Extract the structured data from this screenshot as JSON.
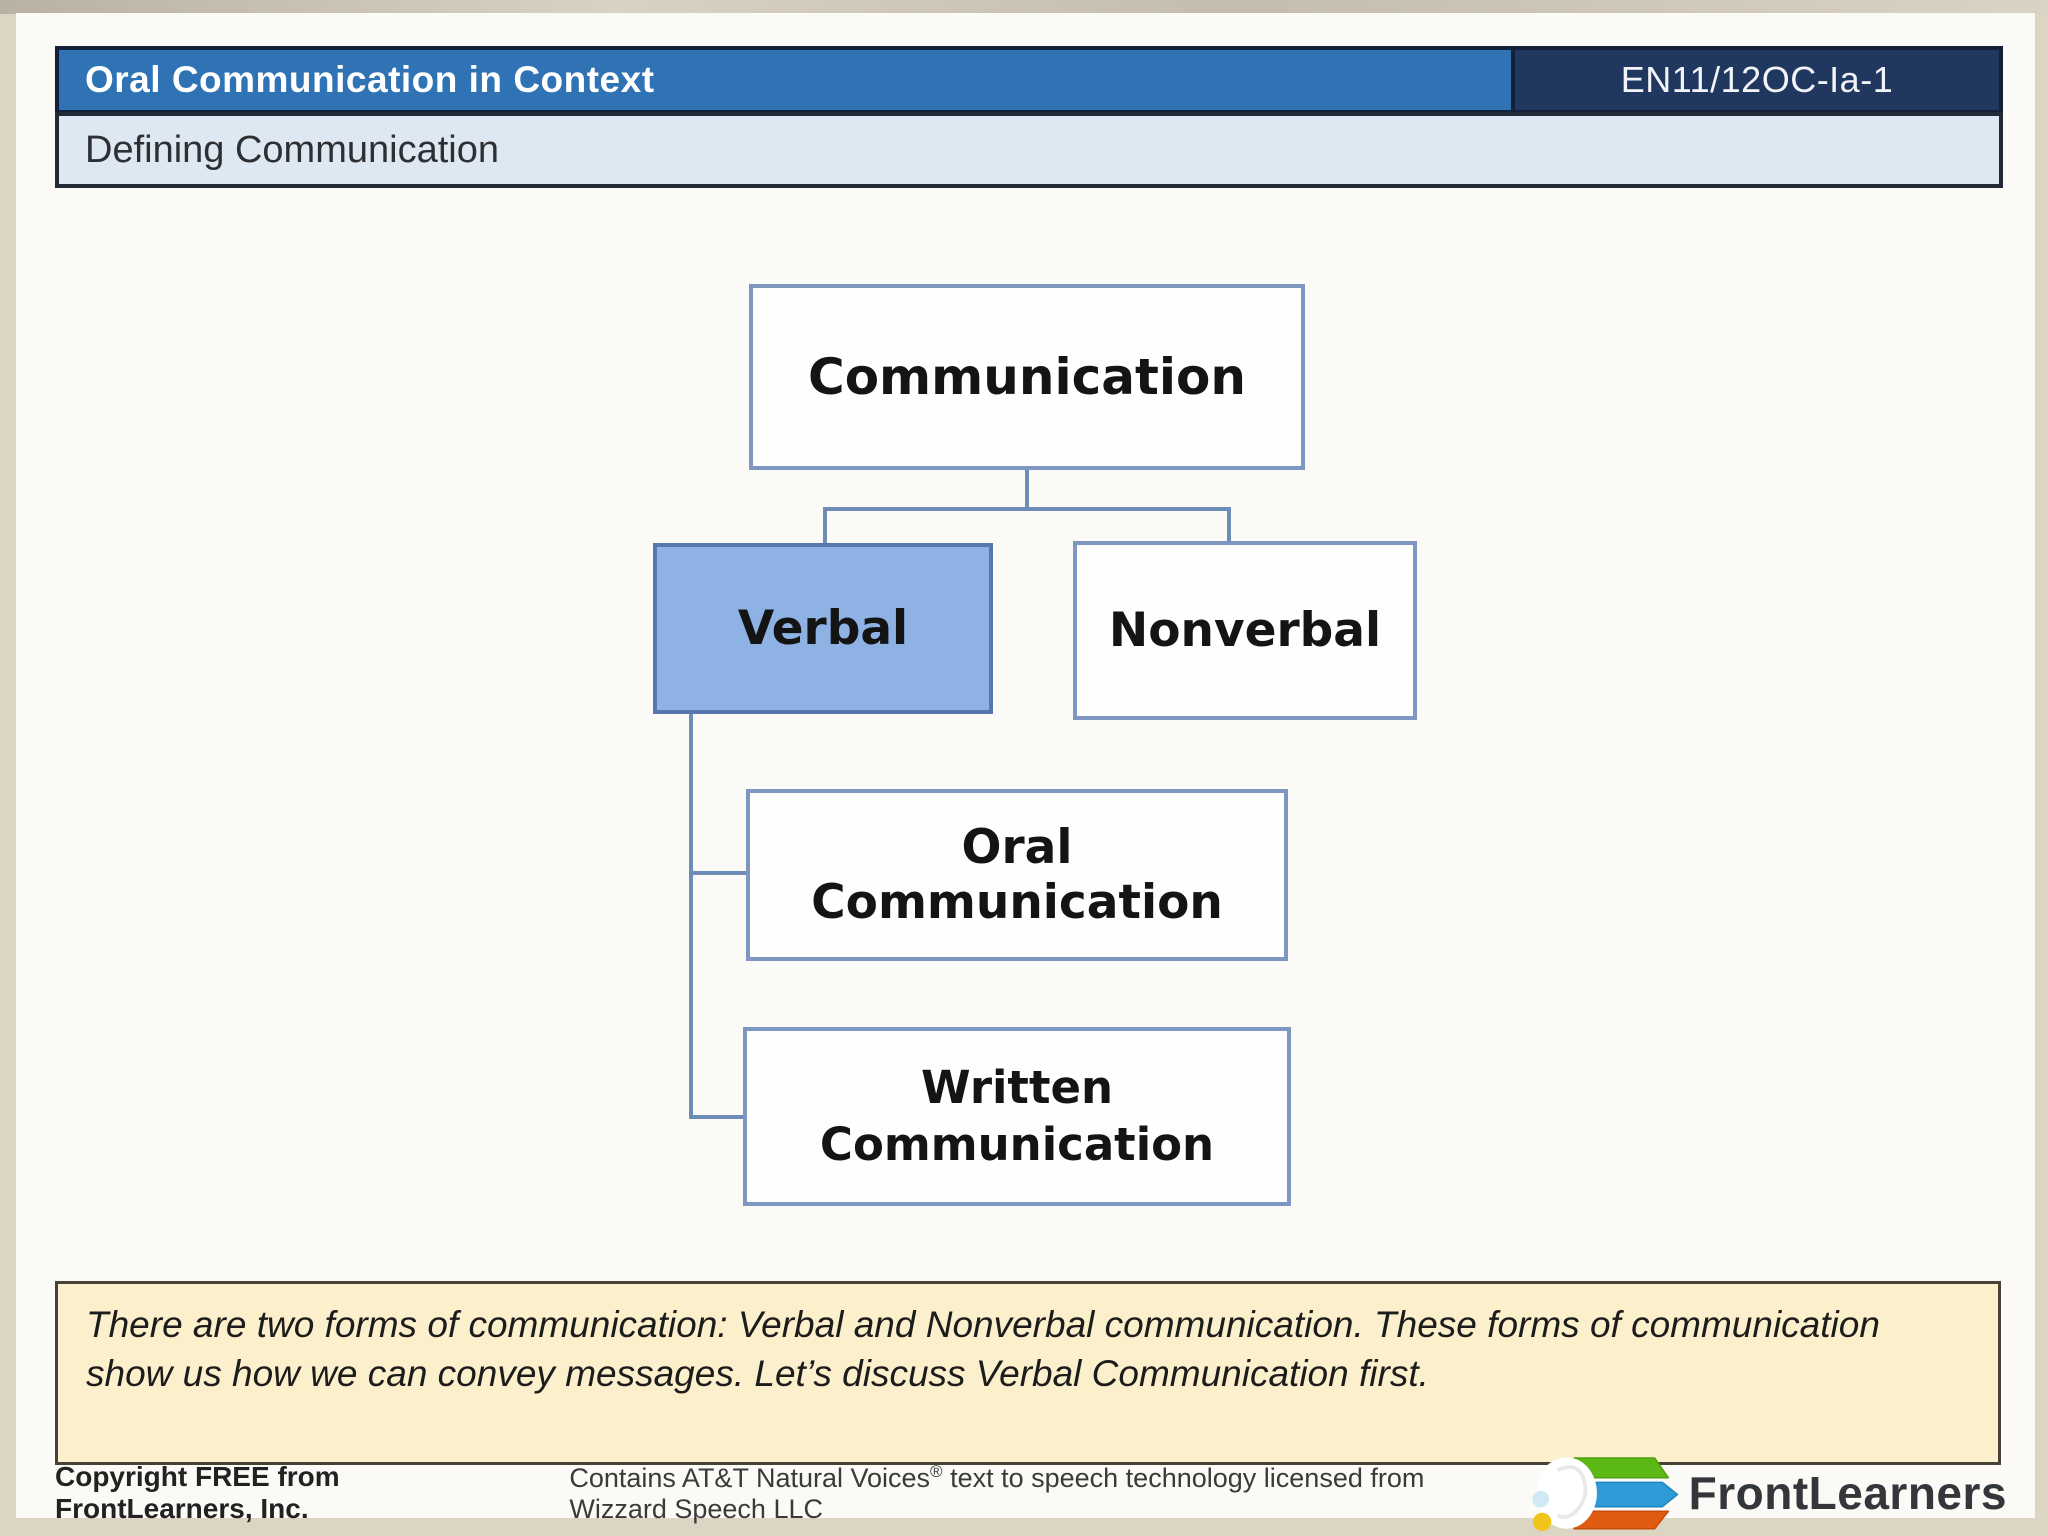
{
  "header": {
    "title": "Oral Communication in Context",
    "code": "EN11/12OC-Ia-1"
  },
  "subheader": {
    "title": "Defining Communication"
  },
  "diagram": {
    "root": {
      "label": "Communication"
    },
    "children": [
      {
        "label": "Verbal",
        "highlighted": true
      },
      {
        "label": "Nonverbal",
        "highlighted": false
      }
    ],
    "verbal_children": [
      {
        "label": "Oral Communication"
      },
      {
        "label": "Written Communication"
      }
    ]
  },
  "note": {
    "text": "There are two forms of communication: Verbal and Nonverbal communication. These forms of communication show us how we can convey messages. Let’s discuss Verbal Communication first."
  },
  "footer": {
    "copyright": "Copyright FREE from FrontLearners, Inc.",
    "license": {
      "pre": "Contains AT&T Natural Voices",
      "symbol": "®",
      "post": " text to speech technology licensed from Wizzard Speech LLC"
    },
    "brand": "FrontLearners"
  },
  "colors": {
    "header_blue": "#2f73b5",
    "header_navy": "#20375f",
    "header_border": "#14203a",
    "subheader_bg": "#dee8f3",
    "box_border": "#7d97c1",
    "verbal_fill": "#8fb2e4",
    "verbal_border": "#5878ac",
    "connector": "#6e8cb8",
    "note_bg": "#fcefcb",
    "page_frame": "#ddd5c3",
    "logo_green": "#5cb815",
    "logo_blue": "#2e9ad6",
    "logo_orange": "#e05a10",
    "logo_yellow": "#f0c419"
  }
}
